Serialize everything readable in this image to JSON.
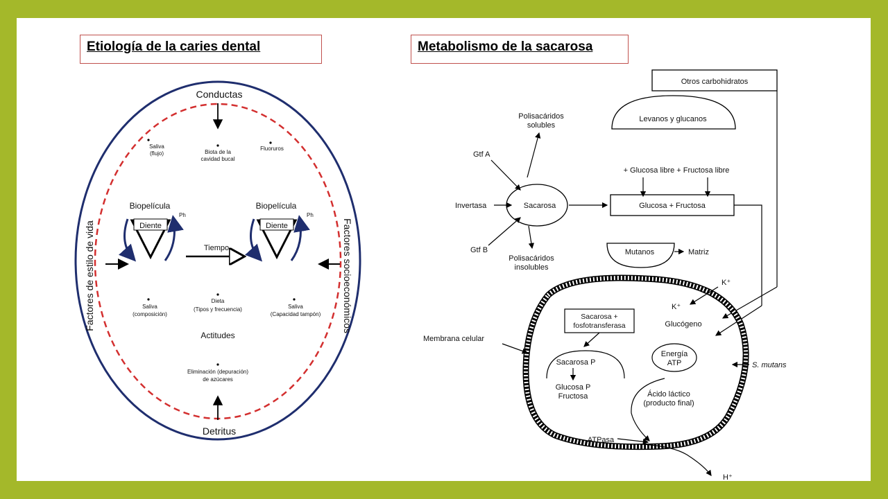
{
  "titles": {
    "left": "Etiología de la caries dental",
    "right": "Metabolismo de la sacarosa"
  },
  "etiology": {
    "top": "Conductas",
    "bottom": "Detritus",
    "left_side": "Factores de estilo de vida",
    "right_side": "Factores socioeconómicos",
    "saliva_flujo": [
      "Saliva",
      "(flujo)"
    ],
    "biota": [
      "Biota de la",
      "cavidad bucal"
    ],
    "fluoruros": "Fluoruros",
    "biopelicula": "Biopelícula",
    "diente": "Diente",
    "ph": "Ph",
    "tiempo": "Tiempo",
    "saliva_comp": [
      "Saliva",
      "(composición)"
    ],
    "dieta": [
      "Dieta",
      "(Tipos y frecuencia)"
    ],
    "saliva_tampon": [
      "Saliva",
      "(Capacidad tampón)"
    ],
    "actitudes": "Actitudes",
    "eliminacion": [
      "Eliminación (depuración)",
      "de azúcares"
    ]
  },
  "metabolism": {
    "otros": "Otros carbohidratos",
    "polisac_solubles": [
      "Polisacáridos",
      "solubles"
    ],
    "levanos": "Levanos y glucanos",
    "gtf_a": "Gtf A",
    "glucosa_libre": "+ Glucosa libre + Fructosa libre",
    "invertasa": "Invertasa",
    "sacarosa": "Sacarosa",
    "glucosa_fructosa": "Glucosa + Fructosa",
    "gtf_b": "Gtf B",
    "mutanos": "Mutanos",
    "matriz": "Matriz",
    "polisac_insolubles": [
      "Polisacáridos",
      "insolubles"
    ],
    "k_plus": "K⁺",
    "sac_fosfo": [
      "Sacarosa +",
      "fosfotransferasa"
    ],
    "glucogeno": "Glucógeno",
    "membrana": "Membrana celular",
    "energia": [
      "Energía",
      "ATP"
    ],
    "s_mutans": "S. mutans",
    "sacarosa_p": "Sacarosa P",
    "glucosa_p": [
      "Glucosa P",
      "Fructosa"
    ],
    "acido": [
      "Ácido láctico",
      "(producto final)"
    ],
    "atpasa": "ATPasa",
    "h_plus": "H⁺"
  }
}
